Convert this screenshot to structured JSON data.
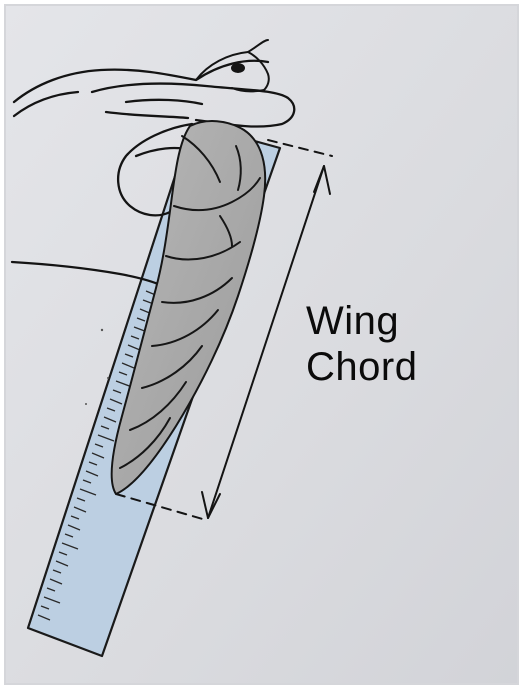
{
  "label": {
    "line1": "Wing",
    "line2": "Chord"
  },
  "colors": {
    "paper": "#dcdde1",
    "ruler": "#b9cde0",
    "wing": "#a8a8a8",
    "ink": "#151515"
  },
  "icons": [
    "hand-drawing",
    "bird-wing-drawing",
    "ruler-drawing",
    "measurement-arrow"
  ]
}
